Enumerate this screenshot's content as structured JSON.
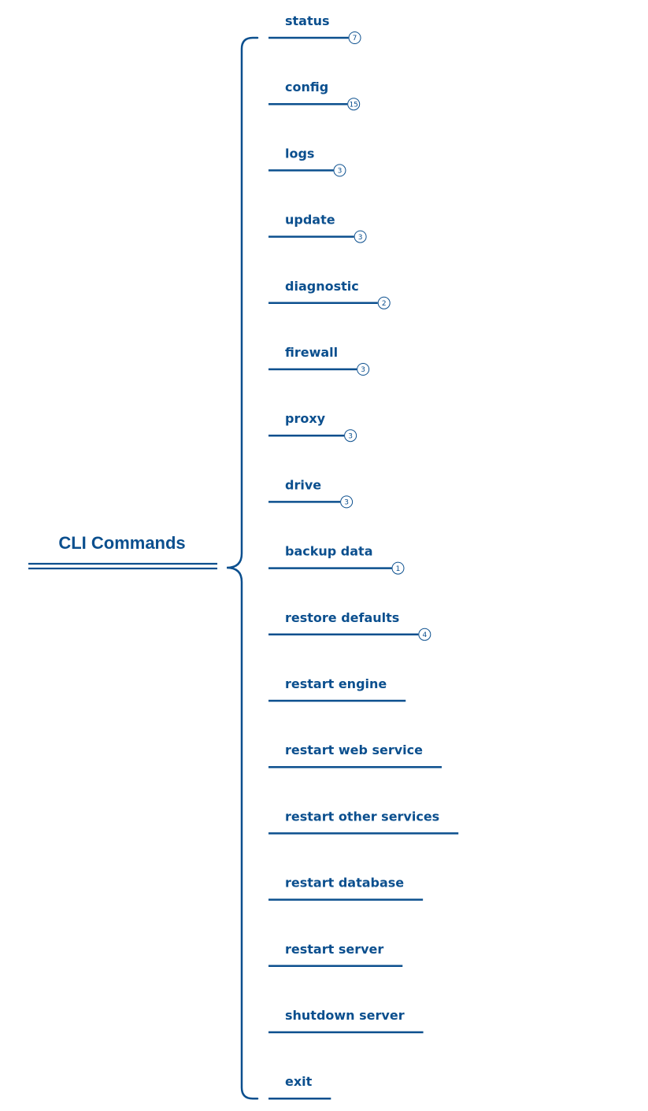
{
  "colors": {
    "primary": "#0b4f8e",
    "background": "#ffffff"
  },
  "root": {
    "title": "CLI Commands"
  },
  "branches": [
    {
      "label": "status",
      "children_count": "7"
    },
    {
      "label": "config",
      "children_count": "15"
    },
    {
      "label": "logs",
      "children_count": "3"
    },
    {
      "label": "update",
      "children_count": "3"
    },
    {
      "label": "diagnostic",
      "children_count": "2"
    },
    {
      "label": "firewall",
      "children_count": "3"
    },
    {
      "label": "proxy",
      "children_count": "3"
    },
    {
      "label": "drive",
      "children_count": "3"
    },
    {
      "label": "backup data",
      "children_count": "1"
    },
    {
      "label": "restore defaults",
      "children_count": "4"
    },
    {
      "label": "restart engine",
      "children_count": ""
    },
    {
      "label": "restart web service",
      "children_count": ""
    },
    {
      "label": "restart other services",
      "children_count": ""
    },
    {
      "label": "restart database",
      "children_count": ""
    },
    {
      "label": "restart server",
      "children_count": ""
    },
    {
      "label": "shutdown server",
      "children_count": ""
    },
    {
      "label": "exit",
      "children_count": ""
    }
  ]
}
